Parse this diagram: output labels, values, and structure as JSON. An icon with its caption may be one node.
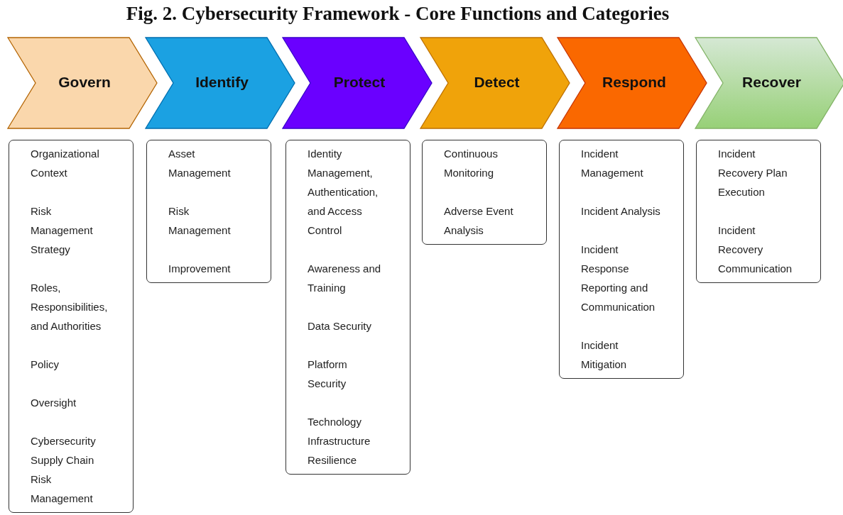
{
  "diagram": {
    "title": "Fig. 2. Cybersecurity Framework - Core Functions and Categories",
    "nodes": [
      {
        "text": [
          "Govern"
        ]
      },
      {
        "text": [
          "Identify"
        ]
      },
      {
        "text": [
          "Protect"
        ]
      },
      {
        "text": [
          "Detect"
        ]
      },
      {
        "text": [
          "Respond"
        ]
      },
      {
        "text": [
          "Recover"
        ]
      },
      {
        "text": [
          "Organizational Context",
          "Risk Management Strategy",
          "Roles, Responsibilities, and Authorities",
          "Policy",
          "Oversight",
          "Cybersecurity Supply Chain Risk Management"
        ]
      },
      {
        "text": [
          "Asset Management",
          "Risk Management",
          "Improvement"
        ]
      },
      {
        "text": [
          "Identity Management, Authentication, and Access Control",
          "Awareness and Training",
          "Data Security",
          "Platform Security",
          "Technology Infrastructure Resilience"
        ]
      },
      {
        "text": [
          "Continuous Monitoring",
          "Adverse Event Analysis"
        ]
      },
      {
        "text": [
          "Incident Management",
          "Incident Analysis",
          "Incident Response Reporting and Communication",
          "Incident Mitigation"
        ]
      },
      {
        "text": [
          "Incident Recovery Plan Execution",
          "Incident Recovery Communication"
        ]
      }
    ]
  }
}
